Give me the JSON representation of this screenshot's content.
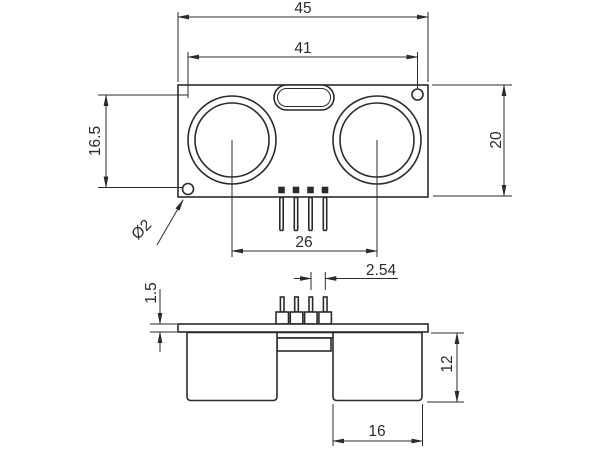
{
  "drawing": {
    "labels": {
      "overall_width": "45",
      "hole_spacing_horizontal": "41",
      "hole_spacing_vertical": "16.5",
      "board_height": "20",
      "hole_diameter": "Ø2",
      "transducer_center_spacing": "26",
      "pin_pitch": "2.54",
      "board_thickness": "1.5",
      "transducer_height": "12",
      "transducer_diameter": "16"
    },
    "colors": {
      "line": "#2b2b2b",
      "background": "#ffffff"
    }
  }
}
